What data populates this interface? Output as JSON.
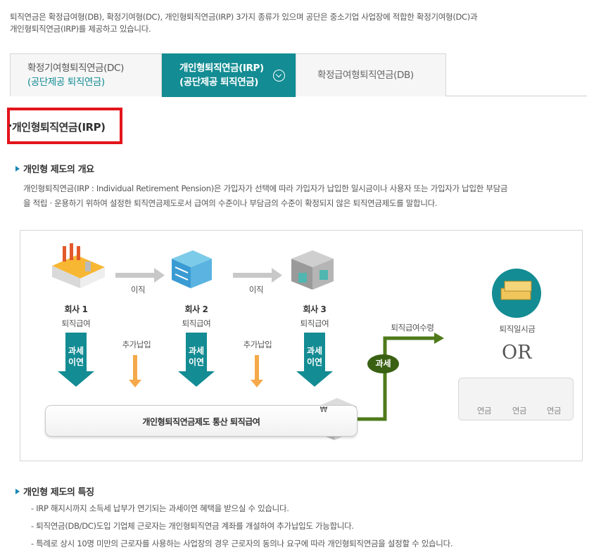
{
  "intro": {
    "line1": "퇴직연금은 확정급여형(DB), 확정기여형(DC), 개인형퇴직연금(IRP) 3가지 종류가 있으며 공단은 중소기업 사업장에 적합한 확정기여형(DC)과",
    "line2": "개인형퇴직연금(IRP)를 제공하고 있습니다."
  },
  "tabs": [
    {
      "line1": "확정기여형퇴직연금(DC)",
      "line2": "(공단제공 퇴직연금)",
      "active": false
    },
    {
      "line1": "개인형퇴직연금(IRP)",
      "line2": "(공단제공 퇴직연금)",
      "active": true
    },
    {
      "line1": "확정급여형퇴직연금(DB)",
      "line2": "",
      "active": false
    }
  ],
  "page_title": "개인형퇴직연금(IRP)",
  "overview": {
    "heading": "개인형 제도의 개요",
    "line1": "개인형퇴직연금(IRP : Individual Retirement Pension)은 가입자가 선택에 따라 가입자가 납입한 일시금이나 사용자 또는 가입자가 납입한 부담금",
    "line2": "을 적립 · 운용하기 위하여 설정한 퇴직연금제도로서 급여의 수준이나 부담금의 수준이 확정되지 않은 퇴직연금제도를 말합니다."
  },
  "diagram": {
    "transfer_label": "이직",
    "companies": [
      {
        "name": "회사 1",
        "sub": "퇴직급여"
      },
      {
        "name": "회사 2",
        "sub": "퇴직급여"
      },
      {
        "name": "회사 3",
        "sub": "퇴직급여"
      }
    ],
    "tax_deferral_l1": "과세",
    "tax_deferral_l2": "이연",
    "additional_payment": "추가납입",
    "bar_text": "개인형퇴직연금제도 통산 퇴직급여",
    "tax_label": "과세",
    "receive_label": "퇴직급여수령",
    "lump_sum_label": "퇴직일시금",
    "or_label": "OR",
    "annuity_label": "연금",
    "won_symbol": "₩",
    "colors": {
      "teal": "#138c93",
      "green": "#4e7a1a",
      "orange": "#f5a94a"
    }
  },
  "features": {
    "heading": "개인형 제도의 특징",
    "items": [
      "- IRP 해지시까지 소득세 납부가 연기되는 과세이연 혜택을 받으실 수 있습니다.",
      "- 퇴직연금(DB/DC)도입 기업체 근로자는 개인형퇴직연금 계좌를 개설하여 추가납입도 가능합니다.",
      "- 특례로 상시 10명 미만의 근로자를 사용하는 사업장의 경우 근로자의 동의나 요구에 따라 개인형퇴직연금을 설정할 수 있습니다."
    ]
  }
}
